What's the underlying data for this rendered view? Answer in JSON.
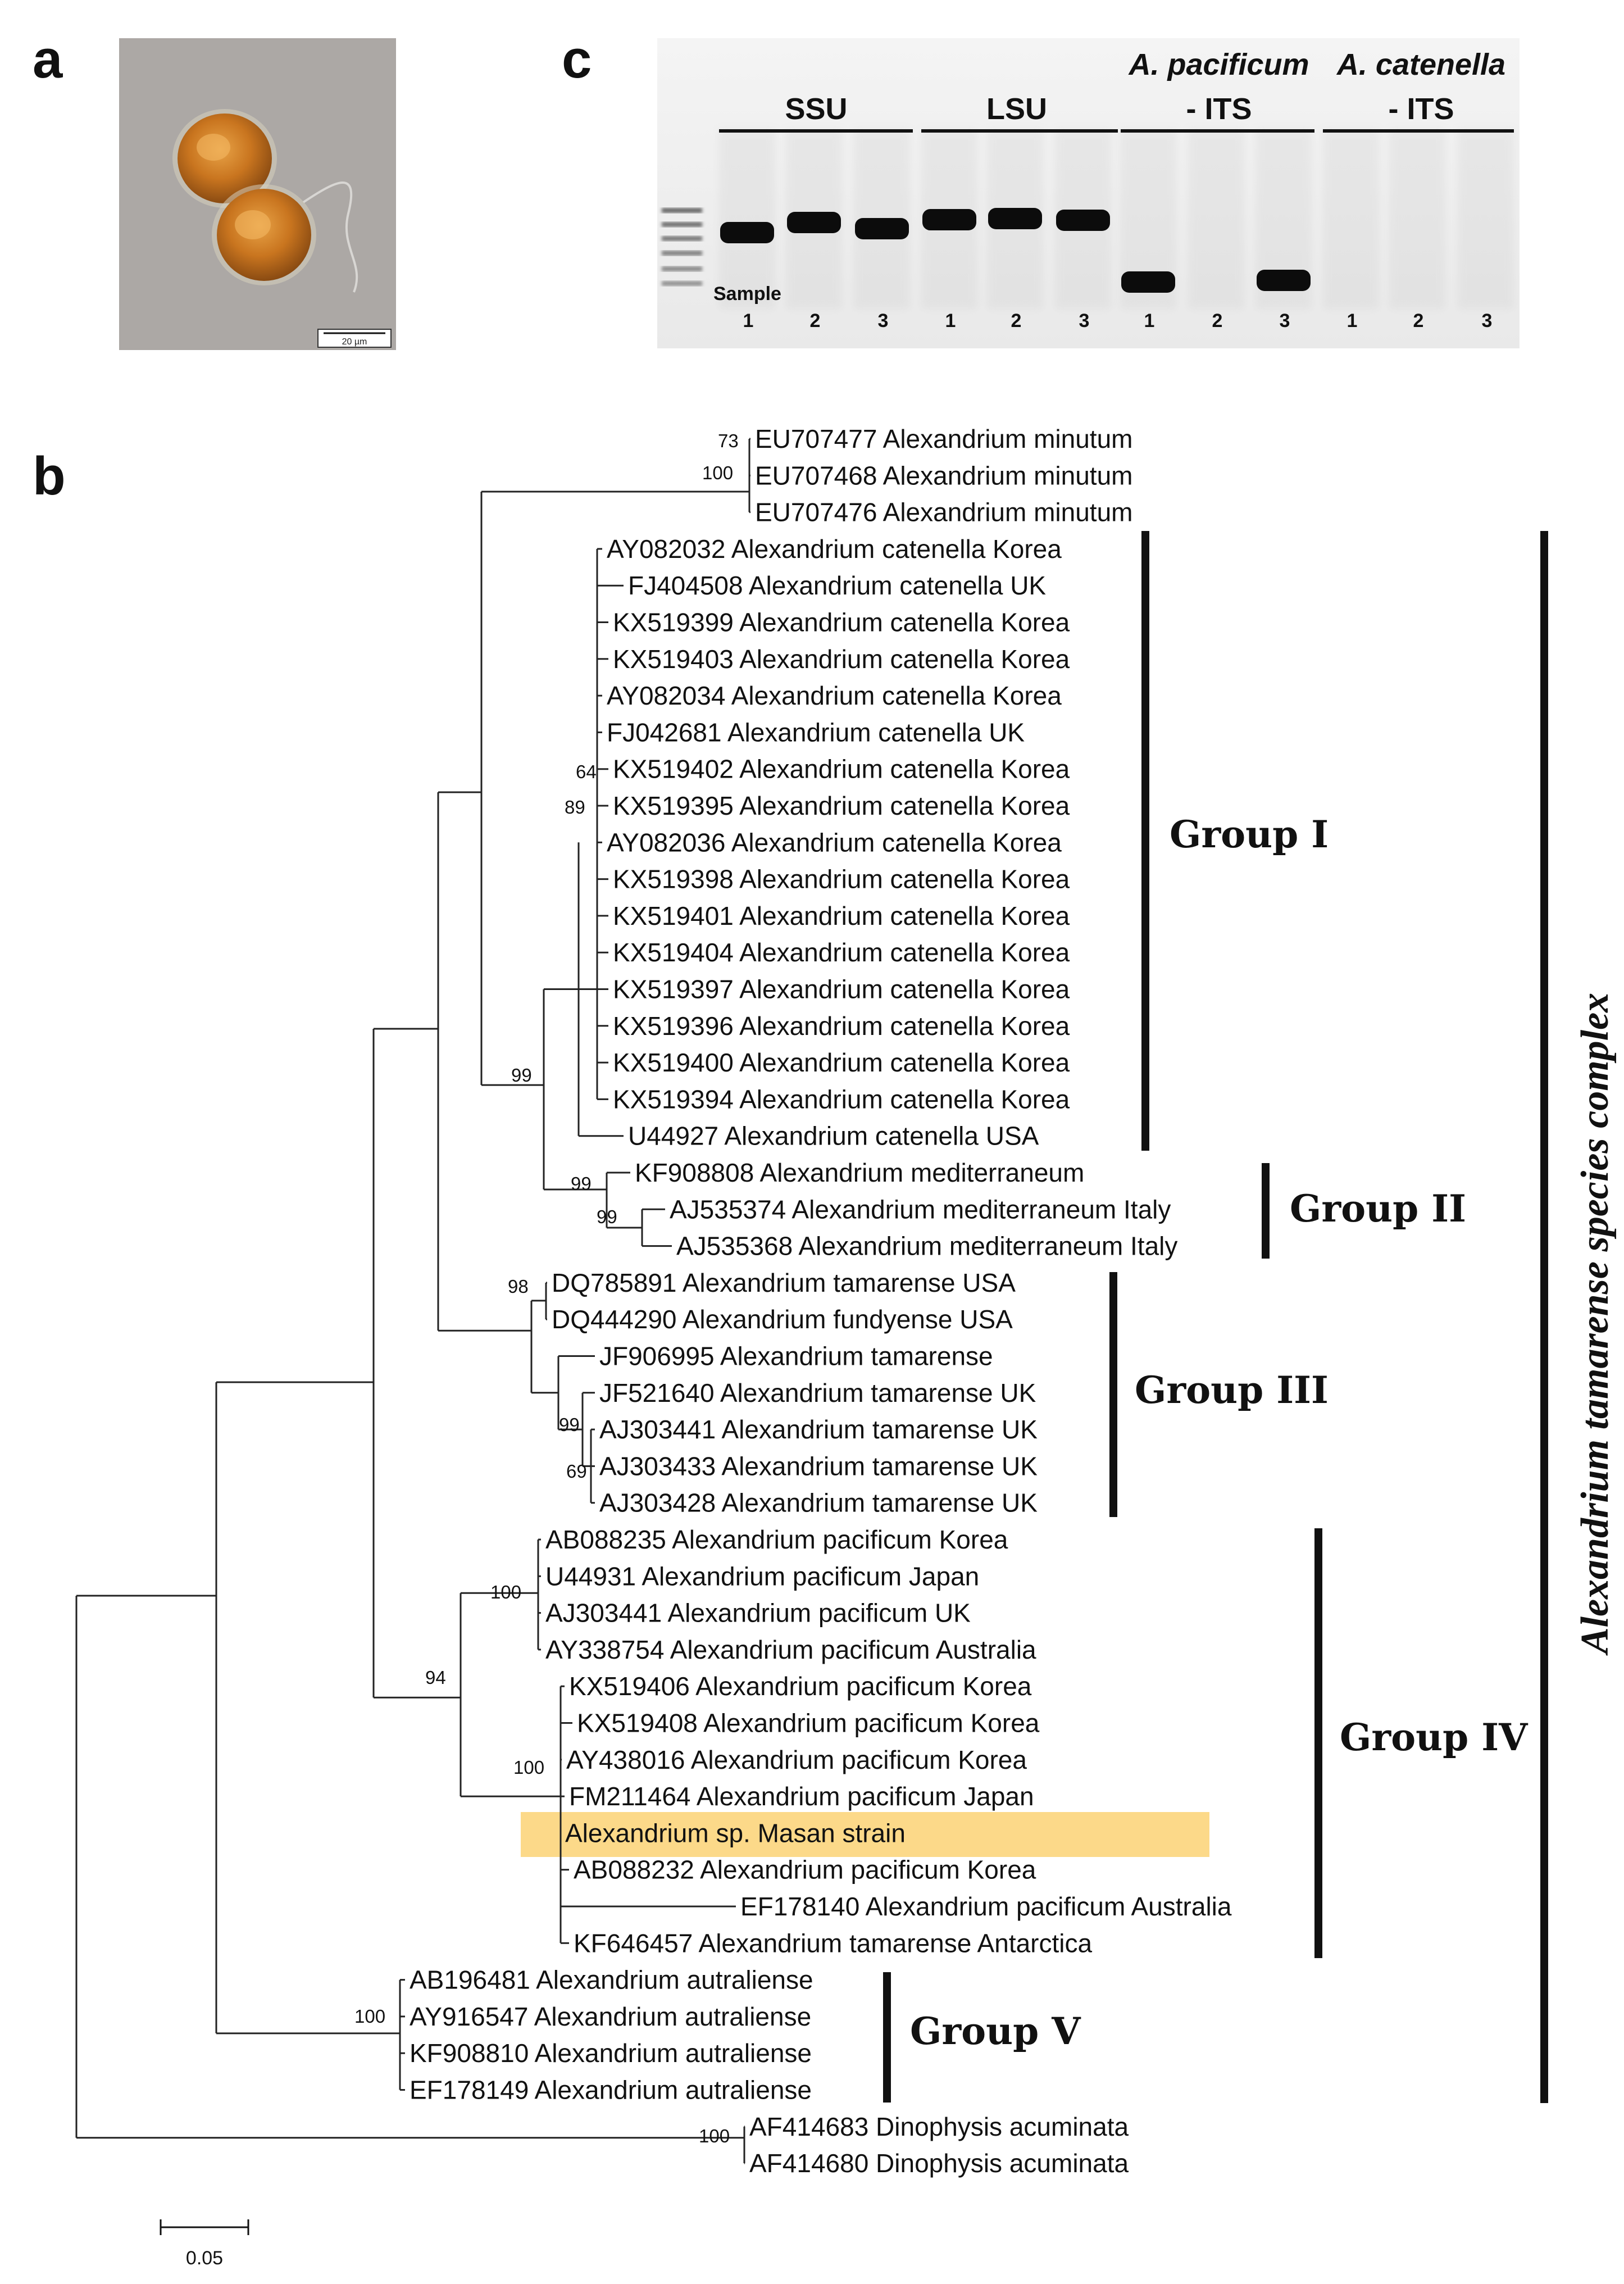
{
  "panels": {
    "a": "a",
    "b": "b",
    "c": "c"
  },
  "micrograph": {
    "scale_bar_label": "20 µm"
  },
  "gel": {
    "headers": [
      {
        "name": "gel-header-ssu",
        "line1": "",
        "line2": "SSU"
      },
      {
        "name": "gel-header-lsu",
        "line1": "",
        "line2": "LSU"
      },
      {
        "name": "gel-header-pacificum-its",
        "line1": "A. pacificum",
        "line2": "- ITS"
      },
      {
        "name": "gel-header-catenella-its",
        "line1": "A. catenella",
        "line2": "- ITS"
      }
    ],
    "sample_label": "Sample",
    "lane_numbers": [
      "1",
      "2",
      "3",
      "1",
      "2",
      "3",
      "1",
      "2",
      "3",
      "1",
      "2",
      "3"
    ]
  },
  "tree": {
    "taxa": [
      "EU707477 Alexandrium minutum",
      "EU707468 Alexandrium minutum",
      "EU707476 Alexandrium minutum",
      "AY082032 Alexandrium catenella Korea",
      "FJ404508 Alexandrium catenella UK",
      "KX519399 Alexandrium catenella Korea",
      "KX519403 Alexandrium catenella Korea",
      "AY082034 Alexandrium catenella Korea",
      "FJ042681 Alexandrium catenella UK",
      "KX519402 Alexandrium catenella Korea",
      "KX519395 Alexandrium catenella Korea",
      "AY082036 Alexandrium catenella Korea",
      "KX519398 Alexandrium catenella Korea",
      "KX519401 Alexandrium catenella Korea",
      "KX519404 Alexandrium catenella Korea",
      "KX519397 Alexandrium catenella Korea",
      "KX519396 Alexandrium catenella Korea",
      "KX519400 Alexandrium catenella Korea",
      "KX519394 Alexandrium catenella Korea",
      "U44927 Alexandrium catenella USA",
      "KF908808 Alexandrium mediterraneum",
      "AJ535374 Alexandrium mediterraneum Italy",
      "AJ535368 Alexandrium mediterraneum Italy",
      "DQ785891 Alexandrium tamarense USA",
      "DQ444290 Alexandrium fundyense USA",
      "JF906995 Alexandrium tamarense",
      "JF521640 Alexandrium tamarense UK",
      "AJ303441 Alexandrium tamarense UK",
      "AJ303433 Alexandrium tamarense UK",
      "AJ303428 Alexandrium tamarense UK",
      "AB088235 Alexandrium pacificum Korea",
      "U44931 Alexandrium pacificum Japan",
      "AJ303441 Alexandrium pacificum UK",
      "AY338754 Alexandrium pacificum Australia",
      "KX519406 Alexandrium pacificum Korea",
      "KX519408 Alexandrium pacificum Korea",
      "AY438016 Alexandrium pacificum Korea",
      "FM211464 Alexandrium pacificum Japan",
      "Alexandrium sp. Masan strain",
      "AB088232 Alexandrium pacificum Korea",
      "EF178140 Alexandrium pacificum Australia",
      "KF646457 Alexandrium tamarense Antarctica",
      "AB196481 Alexandrium autraliense",
      "AY916547 Alexandrium autraliense",
      "KF908810 Alexandrium autraliense",
      "EF178149 Alexandrium autraliense",
      "AF414683 Dinophysis acuminata",
      "AF414680 Dinophysis acuminata"
    ],
    "highlighted_taxon": "Alexandrium sp. Masan strain",
    "highlight_color": "#fcd989",
    "bootstrap": [
      "73",
      "100",
      "64",
      "89",
      "99",
      "99",
      "99",
      "98",
      "99",
      "69",
      "100",
      "94",
      "100",
      "100",
      "100"
    ],
    "groups": [
      "Group I",
      "Group II",
      "Group III",
      "Group IV",
      "Group V"
    ],
    "complex_label": "Alexandrium tamarense species complex",
    "scale_bar": "0.05"
  }
}
